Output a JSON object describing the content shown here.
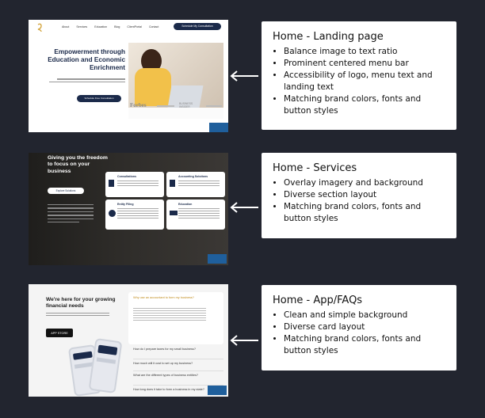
{
  "sections": [
    {
      "title": "Home - Landing page",
      "bullets": [
        "Balance image to text ratio",
        "Prominent centered menu bar",
        "Accessibility of logo, menu text and landing text",
        "Matching brand colors, fonts and button styles"
      ]
    },
    {
      "title": "Home - Services",
      "bullets": [
        "Overlay imagery and background",
        "Diverse section layout",
        "Matching brand colors, fonts and button styles"
      ]
    },
    {
      "title": "Home - App/FAQs",
      "bullets": [
        "Clean and simple background",
        "Diverse card layout",
        "Matching brand colors, fonts and button styles"
      ]
    }
  ],
  "landing": {
    "nav": [
      "About",
      "Services",
      "Education",
      "Blog",
      "ClientPortal",
      "Contact"
    ],
    "cta": "Schedule My Consultation",
    "headline": "Empowerment through Education and Economic Enrichment",
    "hero_button": "Schedule Free Consultation",
    "press": [
      "Forbes",
      "BUSINESS INSIDER"
    ]
  },
  "services": {
    "headline": "Giving you the freedom to focus on your business",
    "button": "Explore Solutions",
    "cards": [
      "Consultations",
      "Accounting Solutions",
      "Entity Filing",
      "Education"
    ]
  },
  "faq": {
    "headline": "We're here for your growing financial needs",
    "store": "APP STORE",
    "open_question": "Why use an accountant to form my business?",
    "questions": [
      "How do I prepare taxes for my small business?",
      "How much will it cost to set up my business?",
      "What are the different types of business entities?",
      "How long does it take to form a business in my state?"
    ]
  },
  "colors": {
    "navy": "#1b2a4a",
    "dark": "#22252f",
    "accent": "#d4a640"
  }
}
